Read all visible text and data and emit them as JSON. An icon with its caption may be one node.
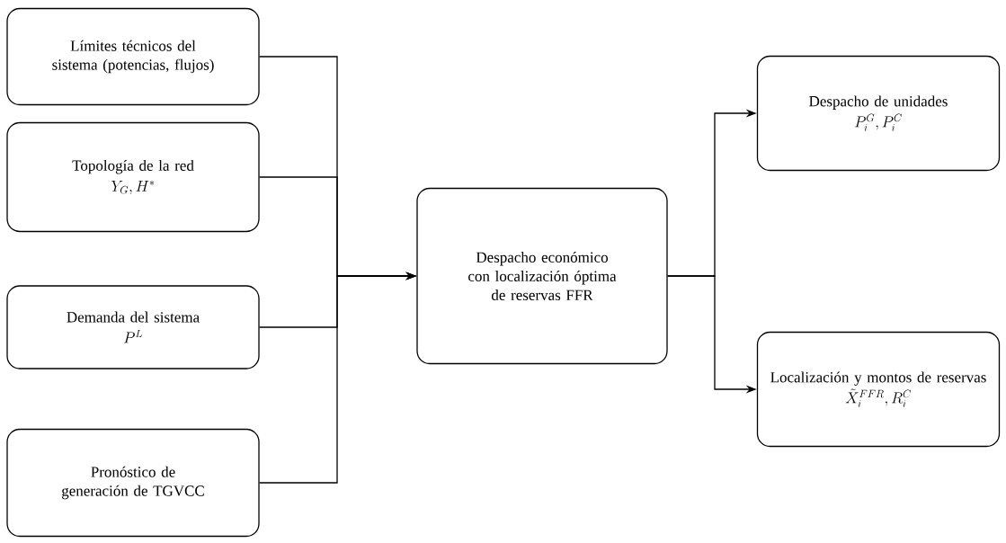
{
  "diagram": {
    "nodes": [
      {
        "text": [
          "Límites técnicos del sistema (potencias, flujos)"
        ]
      },
      {
        "text": [
          "Topología de la red",
          "Y_G, H^*"
        ]
      },
      {
        "text": [
          "Demanda del sistema",
          "P^L"
        ]
      },
      {
        "text": [
          "Pronóstico de generación de TGVCC"
        ]
      },
      {
        "text": [
          "Despacho económico con localización óptima de reservas FFR"
        ]
      },
      {
        "text": [
          "Despacho de unidades",
          "P_i^G, P_i^C"
        ]
      },
      {
        "text": [
          "Localización y montos de reservas",
          "\\tilde{X}_i^{FFR}, R_i^C"
        ]
      }
    ],
    "edges": [
      {
        "from": 0,
        "to": 4,
        "arrow": "to"
      },
      {
        "from": 1,
        "to": 4,
        "arrow": "to"
      },
      {
        "from": 2,
        "to": 4,
        "arrow": "to"
      },
      {
        "from": 3,
        "to": 4,
        "arrow": "to"
      },
      {
        "from": 4,
        "to": 5,
        "arrow": "to"
      },
      {
        "from": 4,
        "to": 6,
        "arrow": "to"
      }
    ]
  }
}
